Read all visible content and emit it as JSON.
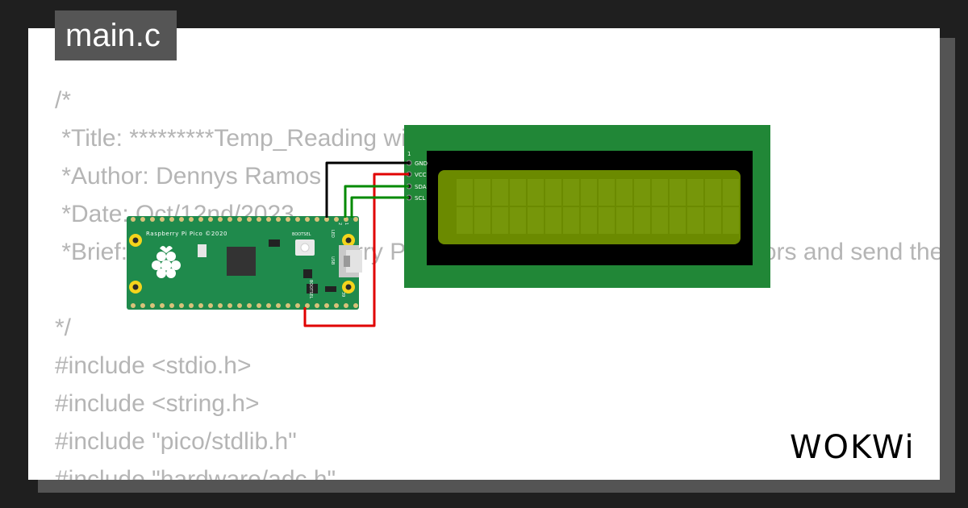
{
  "file_tab": {
    "label": "main.c"
  },
  "code_lines": [
    "/*",
    " *Title: *********Temp_Reading with LCD*********",
    " *Author: Dennys Ramos",
    " *Date: Oct/12nd/2023",
    " *Brief: Reading the Raspberry Pi Pico's internal temperature sensors and send the",
    "",
    "*/",
    "#include <stdio.h>",
    "#include <string.h>",
    "#include \"pico/stdlib.h\"",
    "#include \"hardware/adc.h\""
  ],
  "pico": {
    "board_label": "Raspberry Pi Pico ©2020",
    "bootsel_label": "BOOTSEL",
    "led_label": "LED",
    "usb_label": "USB",
    "bootsel_vertical_label": "BOOTSEL",
    "pin_label_1": "1",
    "pin_label_2": "2",
    "pin_label_39": "39"
  },
  "lcd": {
    "pin_number": "1",
    "pin_gnd": "GND",
    "pin_vcc": "VCC",
    "pin_sda": "SDA",
    "pin_scl": "SCL",
    "rows": 2,
    "cols": 16
  },
  "logo": {
    "text": "WOKWi"
  },
  "colors": {
    "page_bg": "#1f1f1f",
    "card_bg": "#ffffff",
    "tab_bg": "#555555",
    "code_text": "#b5b5b5",
    "pcb_green": "#1f8a4c",
    "lcd_frame": "#218737",
    "lcd_screen": "#6b8a00",
    "wire_gnd": "#000000",
    "wire_vcc": "#e00000",
    "wire_i2c": "#008a00"
  }
}
